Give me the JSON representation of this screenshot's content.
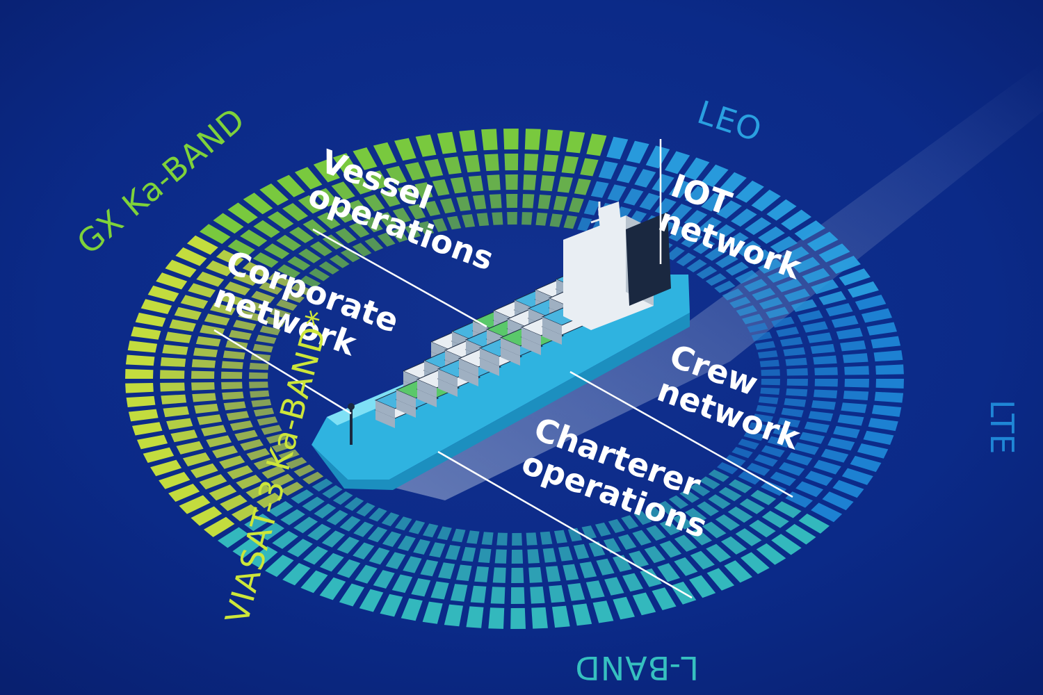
{
  "bands": [
    {
      "id": "gx",
      "label": "GX Ka-BAND",
      "color": "#7fd23a"
    },
    {
      "id": "via",
      "label": "VIASAT-3 Ka-BAND*",
      "color": "#cde63a"
    },
    {
      "id": "leo",
      "label": "LEO",
      "color": "#2aa0e0"
    },
    {
      "id": "lte",
      "label": "LTE",
      "color": "#1f86d6"
    },
    {
      "id": "lb",
      "label": "L-BAND",
      "color": "#36c0c0"
    }
  ],
  "networks": {
    "vessel": [
      "Vessel",
      "operations"
    ],
    "corporate": [
      "Corporate",
      "network"
    ],
    "iot": [
      "IOT",
      "network"
    ],
    "crew": [
      "Crew",
      "network"
    ],
    "charterer": [
      "Charterer",
      "operations"
    ]
  },
  "colors": {
    "ocean": "#0b2a8c",
    "hull": "#3fc3e8",
    "container_green": "#5ac86a",
    "container_blue": "#48b5e0",
    "container_white": "#e9eef3"
  }
}
